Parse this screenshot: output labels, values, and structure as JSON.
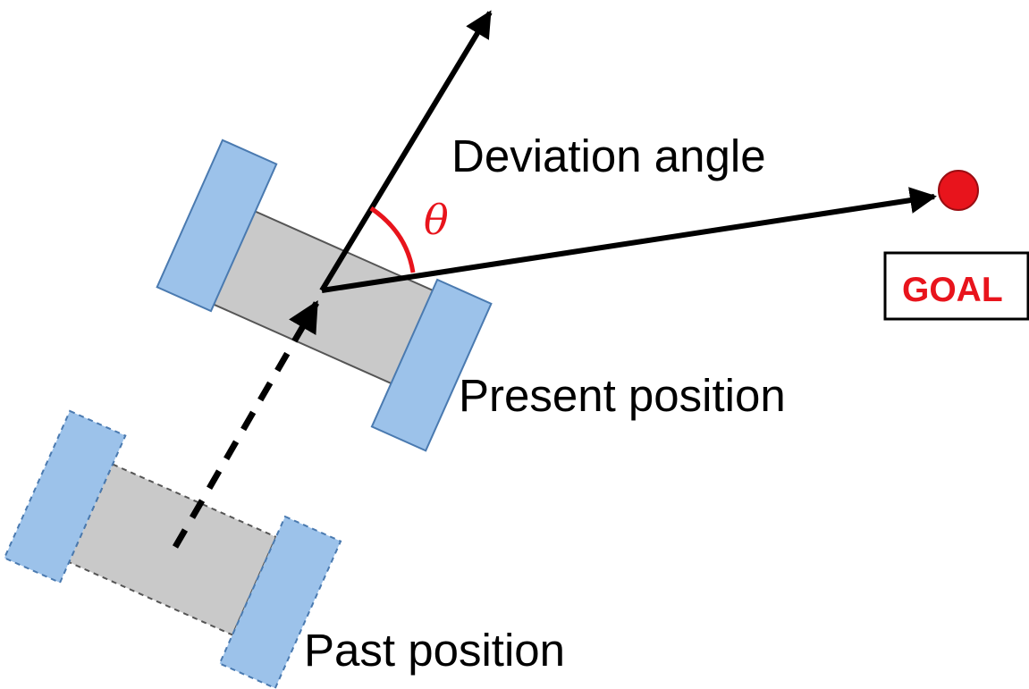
{
  "labels": {
    "deviation_angle": "Deviation angle",
    "theta": "θ",
    "goal": "GOAL",
    "present_position": "Present position",
    "past_position": "Past position"
  },
  "colors": {
    "wheel_fill": "#9cc2ea",
    "wheel_stroke": "#4a7ab0",
    "body_fill": "#c9c9c9",
    "body_stroke": "#555555",
    "arrow": "#000000",
    "angle_arc": "#e8141c",
    "goal_dot": "#e8141c",
    "goal_text": "#e8141c"
  }
}
